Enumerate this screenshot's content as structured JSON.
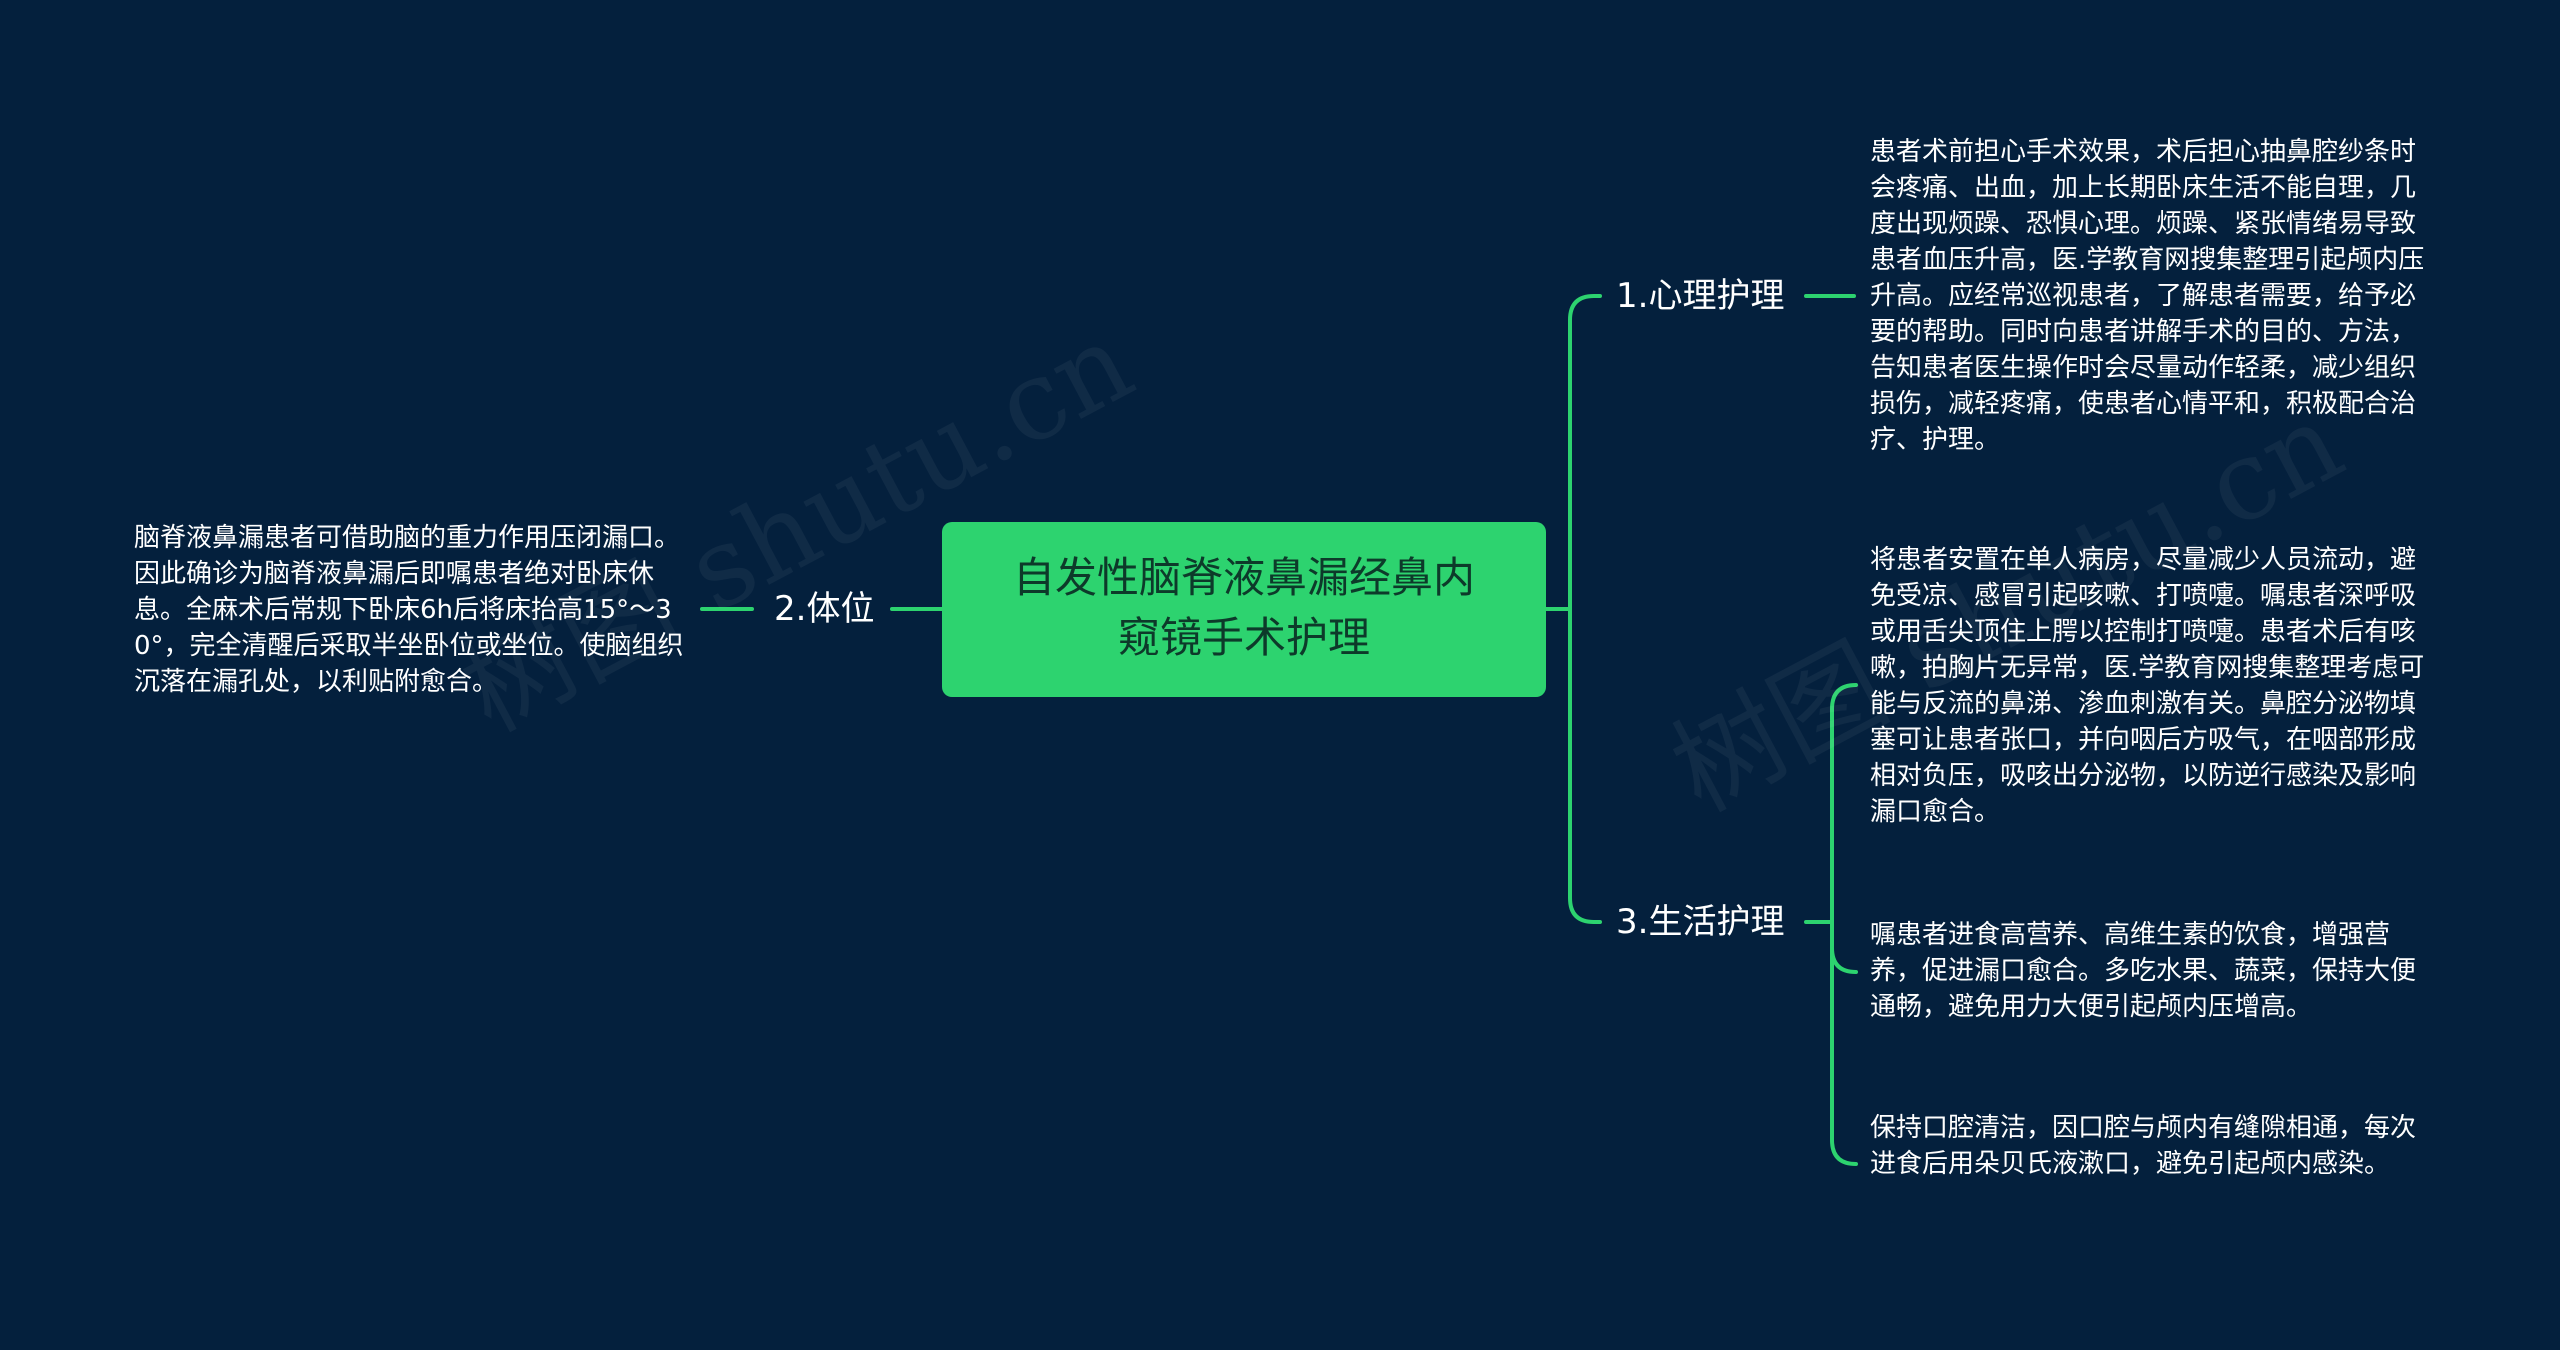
{
  "watermark_text": "树图 shutu.cn",
  "colors": {
    "background": "#04203d",
    "root_fill": "#2dd36f",
    "connector": "#2dd36f",
    "text": "#ffffff"
  },
  "root": {
    "line1": "自发性脑脊液鼻漏经鼻内",
    "line2": "窥镜手术护理"
  },
  "branches": {
    "psych": {
      "label": "1.心理护理",
      "note": "患者术前担心手术效果，术后担心抽鼻腔纱条时会疼痛、出血，加上长期卧床生活不能自理，几度出现烦躁、恐惧心理。烦躁、紧张情绪易导致患者血压升高，医.学教育网搜集整理引起颅内压升高。应经常巡视患者，了解患者需要，给予必要的帮助。同时向患者讲解手术的目的、方法，告知患者医生操作时会尽量动作轻柔，减少组织损伤，减轻疼痛，使患者心情平和，积极配合治疗、护理。"
    },
    "posture": {
      "label": "2.体位",
      "note": "脑脊液鼻漏患者可借助脑的重力作用压闭漏口。因此确诊为脑脊液鼻漏后即嘱患者绝对卧床休息。全麻术后常规下卧床6h后将床抬高15°～30°，完全清醒后采取半坐卧位或坐位。使脑组织沉落在漏孔处，以利贴附愈合。"
    },
    "life": {
      "label": "3.生活护理",
      "notes": [
        "将患者安置在单人病房，尽量减少人员流动，避免受凉、感冒引起咳嗽、打喷嚏。嘱患者深呼吸或用舌尖顶住上腭以控制打喷嚏。患者术后有咳嗽，拍胸片无异常，医.学教育网搜集整理考虑可能与反流的鼻涕、渗血刺激有关。鼻腔分泌物填塞可让患者张口，并向咽后方吸气，在咽部形成相对负压，吸咳出分泌物，以防逆行感染及影响漏口愈合。",
        "嘱患者进食高营养、高维生素的饮食，增强营养，促进漏口愈合。多吃水果、蔬菜，保持大便通畅，避免用力大便引起颅内压增高。",
        "保持口腔清洁，因口腔与颅内有缝隙相通，每次进食后用朵贝氏液漱口，避免引起颅内感染。"
      ]
    }
  }
}
